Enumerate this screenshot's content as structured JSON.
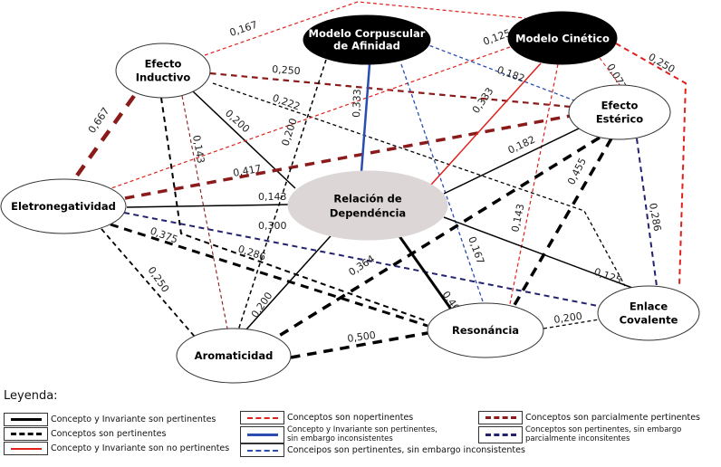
{
  "nodes": [
    {
      "id": "inductivo",
      "label": "Efecto\nInductivo",
      "style": "white"
    },
    {
      "id": "corpuscular",
      "label": "Modelo Corpuscular\nde Afinidad",
      "style": "black"
    },
    {
      "id": "cinetico",
      "label": "Modelo Cinético",
      "style": "black"
    },
    {
      "id": "esterico",
      "label": "Efecto\nEstérico",
      "style": "white"
    },
    {
      "id": "eletro",
      "label": "Eletronegatividad",
      "style": "white"
    },
    {
      "id": "relacion",
      "label": "Relación de\nDependéncia",
      "style": "gray"
    },
    {
      "id": "aromaticidad",
      "label": "Aromaticidad",
      "style": "white"
    },
    {
      "id": "resonancia",
      "label": "Resonáncia",
      "style": "white"
    },
    {
      "id": "enlace",
      "label": "Enlace\nCovalente",
      "style": "white"
    }
  ],
  "edges": [
    {
      "from": "inductivo",
      "to": "cinetico",
      "weight": "0,167",
      "type": "red-dashed"
    },
    {
      "from": "inductivo",
      "to": "esterico",
      "weight": "0,250",
      "type": "darkred-dashed"
    },
    {
      "from": "inductivo",
      "to": "enlace",
      "weight": "0,222",
      "type": "black-dashed"
    },
    {
      "from": "inductivo",
      "to": "relacion",
      "weight": "0,200",
      "type": "black-solid"
    },
    {
      "from": "inductivo",
      "to": "aromaticidad",
      "weight": "0,143",
      "type": "darkred-dashed"
    },
    {
      "from": "inductivo",
      "to": "resonancia",
      "weight": "0,286",
      "type": "black-dashed"
    },
    {
      "from": "eletro",
      "to": "inductivo",
      "weight": "0,667",
      "type": "darkred-dashed"
    },
    {
      "from": "eletro",
      "to": "esterico",
      "weight": "0,417",
      "type": "darkred-dashed"
    },
    {
      "from": "eletro",
      "to": "relacion",
      "weight": "0,143",
      "type": "black-solid"
    },
    {
      "from": "eletro",
      "to": "enlace",
      "weight": "0,300",
      "type": "navy-dashed"
    },
    {
      "from": "eletro",
      "to": "resonancia",
      "weight": "0,375",
      "type": "black-dashed"
    },
    {
      "from": "eletro",
      "to": "aromaticidad",
      "weight": "0,250",
      "type": "black-dashed"
    },
    {
      "from": "cinetico",
      "to": "eletro",
      "weight": "0,125",
      "type": "red-dashed"
    },
    {
      "from": "corpuscular",
      "to": "relacion",
      "weight": "0,333",
      "type": "blue-solid"
    },
    {
      "from": "corpuscular",
      "to": "aromaticidad",
      "weight": "0,200",
      "type": "black-dashed"
    },
    {
      "from": "corpuscular",
      "to": "esterico",
      "weight": "0,182",
      "type": "blue-dashed"
    },
    {
      "from": "corpuscular",
      "to": "resonancia",
      "weight": "0,167",
      "type": "blue-dashed"
    },
    {
      "from": "cinetico",
      "to": "relacion",
      "weight": "0,333",
      "type": "red-solid"
    },
    {
      "from": "cinetico",
      "to": "resonancia",
      "weight": "0,143",
      "type": "red-dashed"
    },
    {
      "from": "cinetico",
      "to": "esterico",
      "weight": "0,077",
      "type": "red-dashed"
    },
    {
      "from": "cinetico",
      "to": "enlace",
      "weight": "0,250",
      "type": "red-dashed"
    },
    {
      "from": "esterico",
      "to": "relacion",
      "weight": "0,182",
      "type": "black-solid"
    },
    {
      "from": "esterico",
      "to": "aromaticidad",
      "weight": "0,364",
      "type": "black-dashed"
    },
    {
      "from": "esterico",
      "to": "resonancia",
      "weight": "0,455",
      "type": "black-dashed"
    },
    {
      "from": "esterico",
      "to": "enlace",
      "weight": "0,286",
      "type": "navy-dashed"
    },
    {
      "from": "relacion",
      "to": "resonancia",
      "weight": "0,400",
      "type": "black-solid"
    },
    {
      "from": "relacion",
      "to": "aromaticidad",
      "weight": "0,200",
      "type": "black-solid"
    },
    {
      "from": "relacion",
      "to": "enlace",
      "weight": "0,125",
      "type": "black-solid"
    },
    {
      "from": "aromaticidad",
      "to": "resonancia",
      "weight": "0,500",
      "type": "black-dashed"
    },
    {
      "from": "resonancia",
      "to": "enlace",
      "weight": "0,200",
      "type": "black-dashed"
    }
  ],
  "colors": {
    "black": "#000000",
    "red": "#e0201c",
    "darkred": "#8b1a1a",
    "blue": "#2a4db0",
    "navy": "#22226e",
    "node_gray": "#ddd6d6"
  },
  "legend": {
    "title": "Leyenda:",
    "items": [
      {
        "type": "black-solid",
        "label": "Concepto y Invariante son pertinentes"
      },
      {
        "type": "black-dashed",
        "label": "Conceptos son pertinentes"
      },
      {
        "type": "red-solid",
        "label": "Concepto y Invariante son no pertinentes"
      },
      {
        "type": "red-dashed",
        "label": "Conceptos son nopertinentes"
      },
      {
        "type": "blue-solid",
        "label": "Concepto y Invariante son pertinentes,\nsin embargo inconsistentes"
      },
      {
        "type": "blue-dashed",
        "label": "Conceipos son pertinentes, sin embargo inconsistentes"
      },
      {
        "type": "darkred-dashed",
        "label": "Conceptos son parcialmente pertinentes"
      },
      {
        "type": "navy-dashed",
        "label": "Conceptos son pertinentes, sin embargo\nparcialmente inconsitentes"
      }
    ]
  }
}
